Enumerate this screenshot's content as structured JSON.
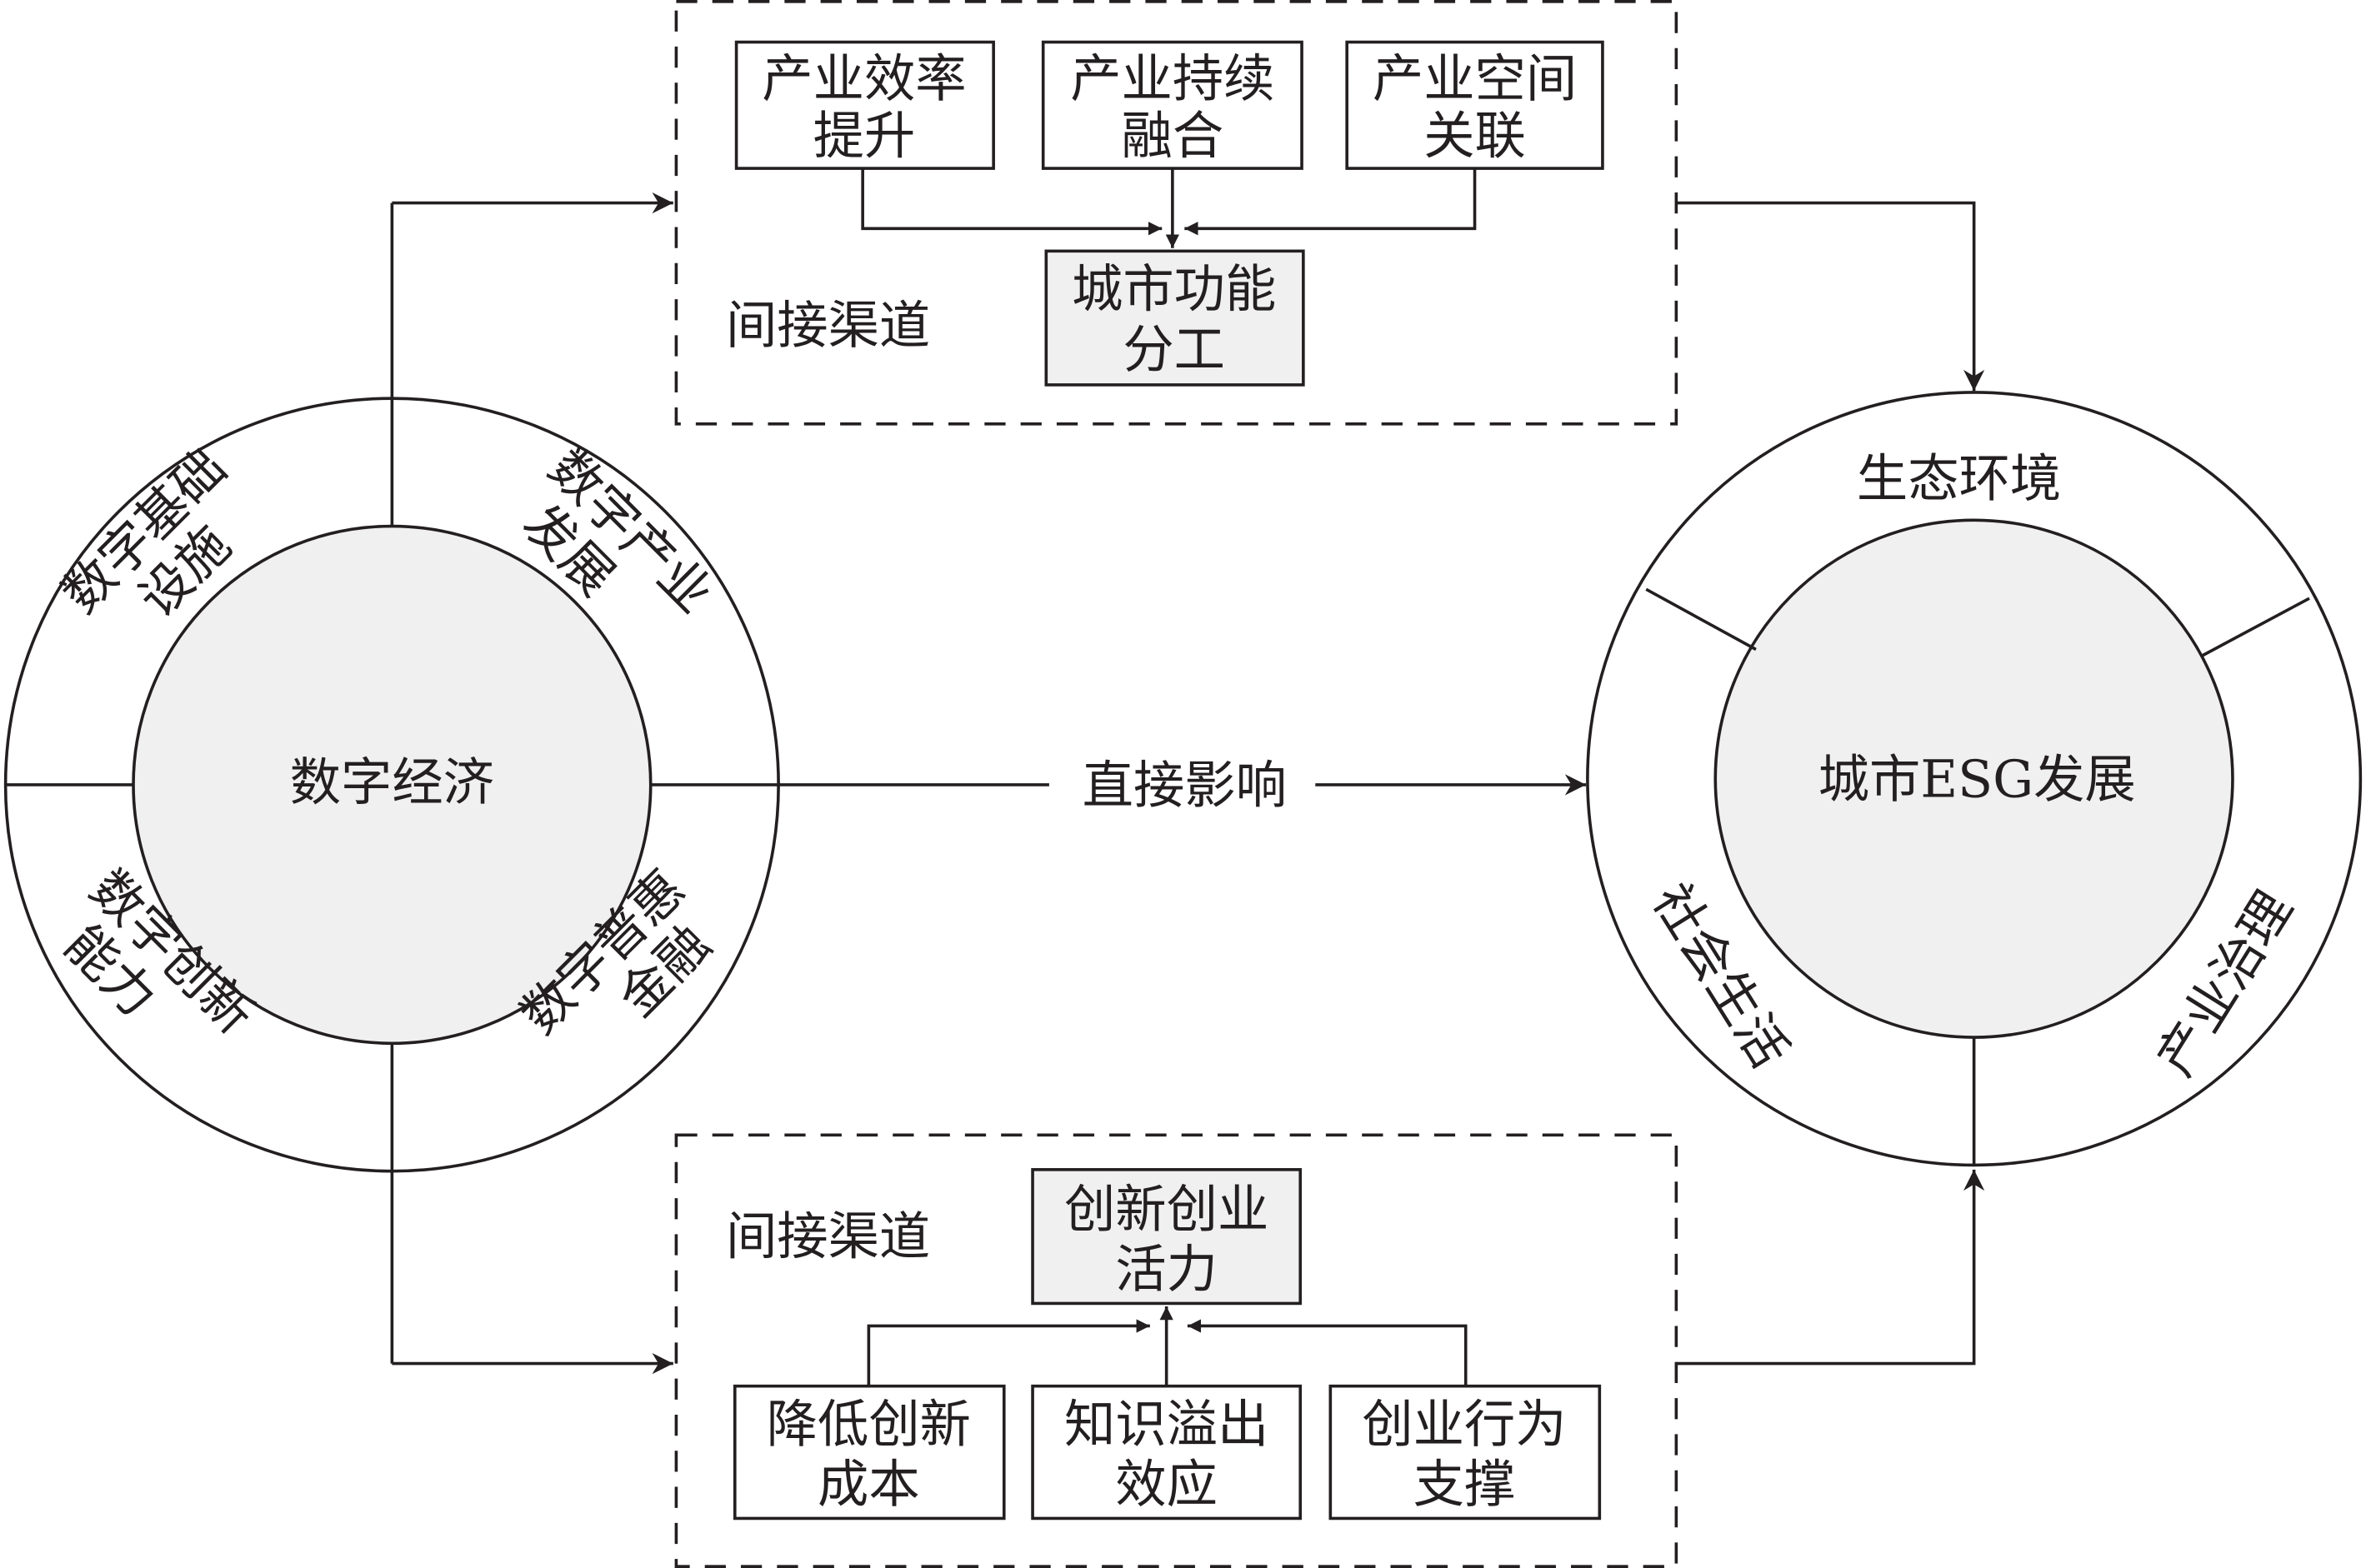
{
  "left_circle": {
    "center": "数字经济",
    "segments": [
      {
        "line1": "数字基础",
        "line2": "设施"
      },
      {
        "line1": "数字产业",
        "line2": "发展"
      },
      {
        "line1": "数字创新",
        "line2": "能力"
      },
      {
        "line1": "数字普惠",
        "line2": "金融"
      }
    ]
  },
  "right_circle": {
    "center": "城市ESG发展",
    "segments": [
      "生态环境",
      "社会生活",
      "产业治理"
    ]
  },
  "direct_label": "直接影响",
  "top_channel": {
    "label": "间接渠道",
    "inputs": [
      {
        "line1": "产业效率",
        "line2": "提升"
      },
      {
        "line1": "产业持续",
        "line2": "融合"
      },
      {
        "line1": "产业空间",
        "line2": "关联"
      }
    ],
    "mediator": {
      "line1": "城市功能",
      "line2": "分工"
    }
  },
  "bottom_channel": {
    "label": "间接渠道",
    "mediator": {
      "line1": "创新创业",
      "line2": "活力"
    },
    "inputs": [
      {
        "line1": "降低创新",
        "line2": "成本"
      },
      {
        "line1": "知识溢出",
        "line2": "效应"
      },
      {
        "line1": "创业行为",
        "line2": "支撑"
      }
    ]
  },
  "colors": {
    "stroke": "#231f20",
    "fill": "#f0f0f0"
  }
}
